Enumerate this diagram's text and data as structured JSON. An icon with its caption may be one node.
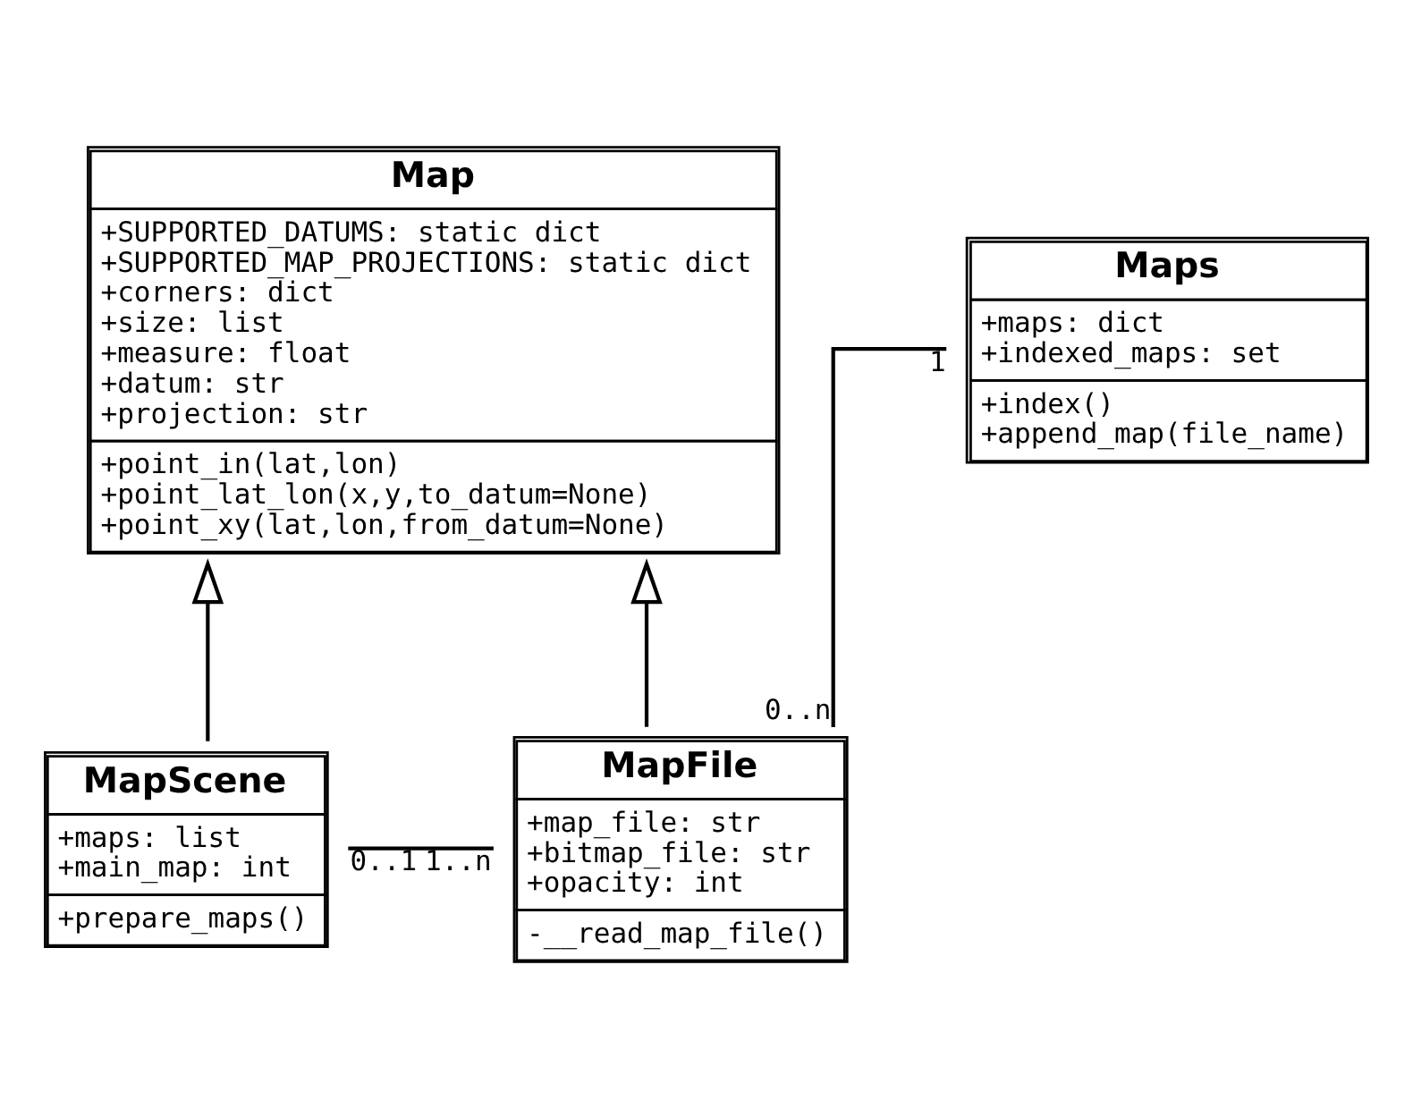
{
  "diagram": {
    "nodes": [
      {
        "text": [
          "Map",
          "+SUPPORTED_DATUMS: static dict",
          "+SUPPORTED_MAP_PROJECTIONS: static dict",
          "+corners: dict",
          "+size: list",
          "+measure: float",
          "+datum: str",
          "+projection: str",
          "+point_in(lat,lon)",
          "+point_lat_lon(x,y,to_datum=None)",
          "+point_xy(lat,lon,from_datum=None)"
        ]
      },
      {
        "text": [
          "Maps",
          "+maps: dict",
          "+indexed_maps: set",
          "+index()",
          "+append_map(file_name)"
        ]
      },
      {
        "text": [
          "MapScene",
          "+maps: list",
          "+main_map: int",
          "+prepare_maps()"
        ]
      },
      {
        "text": [
          "MapFile",
          "+map_file: str",
          "+bitmap_file: str",
          "+opacity: int",
          "-__read_map_file()"
        ]
      }
    ],
    "edges": [
      {
        "from": 2,
        "to": 0,
        "arrow": "to"
      },
      {
        "from": 3,
        "to": 0,
        "arrow": "to"
      },
      {
        "from": 2,
        "to": 3,
        "arrow": "none"
      },
      {
        "from": 1,
        "to": 3,
        "arrow": "none"
      }
    ],
    "labels": [
      "1",
      "0..n",
      "0..1",
      "1..n"
    ]
  }
}
